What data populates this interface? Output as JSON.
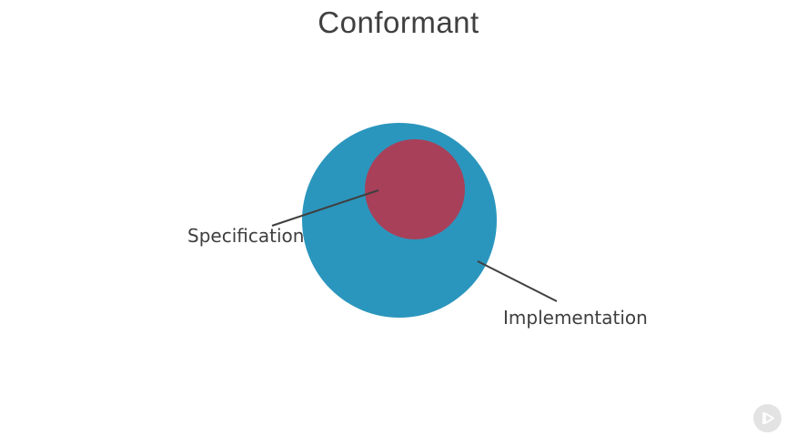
{
  "slide": {
    "title": "Conformant",
    "labels": {
      "specification": "Specification",
      "implementation": "Implementation"
    }
  },
  "colors": {
    "implementation": "#2b96bd",
    "specification": "#a8405a",
    "line": "#3f3f3f"
  },
  "watermark": {
    "icon": "play-logo-icon"
  }
}
